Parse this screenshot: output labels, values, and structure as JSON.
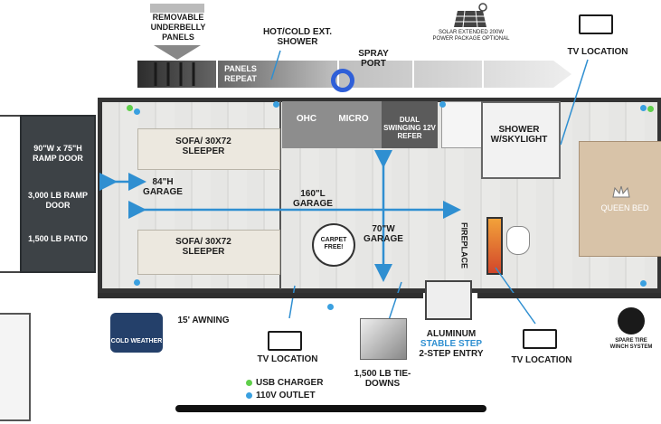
{
  "labels": {
    "underbelly": "REMOVABLE UNDERBELLY PANELS",
    "shower_ext": "HOT/COLD EXT. SHOWER",
    "solar": "SOLAR EXTENDED 200W POWER PACKAGE OPTIONAL",
    "tv_top": "TV LOCATION",
    "panels_repeat": "PANELS REPEAT",
    "spray_port": "SPRAY PORT",
    "ramp_door_size": "90\"W x 75\"H RAMP DOOR",
    "ramp_door_weight": "3,000 LB RAMP DOOR",
    "patio": "1,500 LB PATIO",
    "sofa_top": "SOFA/ 30x72 SLEEPER",
    "sofa_bottom": "SOFA/ 30x72 SLEEPER",
    "garage_84": "84\"H GARAGE",
    "garage_160": "160\"L GARAGE",
    "garage_70": "70\"W GARAGE",
    "ohc": "OHC",
    "micro": "MICRO",
    "refer": "DUAL SWINGING 12V REFER",
    "shower": "SHOWER w/SKYLIGHT",
    "queen_bed": "QUEEN BED",
    "fireplace": "FIREPLACE",
    "carpet_free": "CARPET FREE!",
    "awning": "15' AWNING",
    "cold_weather": "COLD WEATHER",
    "tv_bottom_left": "TV LOCATION",
    "tv_bottom_right": "TV LOCATION",
    "aluminum": "ALUMINUM",
    "stable_step": "STABLE STEP",
    "entry": "2-STEP ENTRY",
    "tie_downs": "1,500 LB TIE-DOWNS",
    "spare_tire": "SPARE TIRE WINCH SYSTEM"
  },
  "legend": {
    "usb": "USB CHARGER",
    "outlet": "110V OUTLET"
  },
  "colors": {
    "usb": "#5fcf4a",
    "outlet": "#3aa0e0",
    "arrow": "#2f8fd1"
  }
}
